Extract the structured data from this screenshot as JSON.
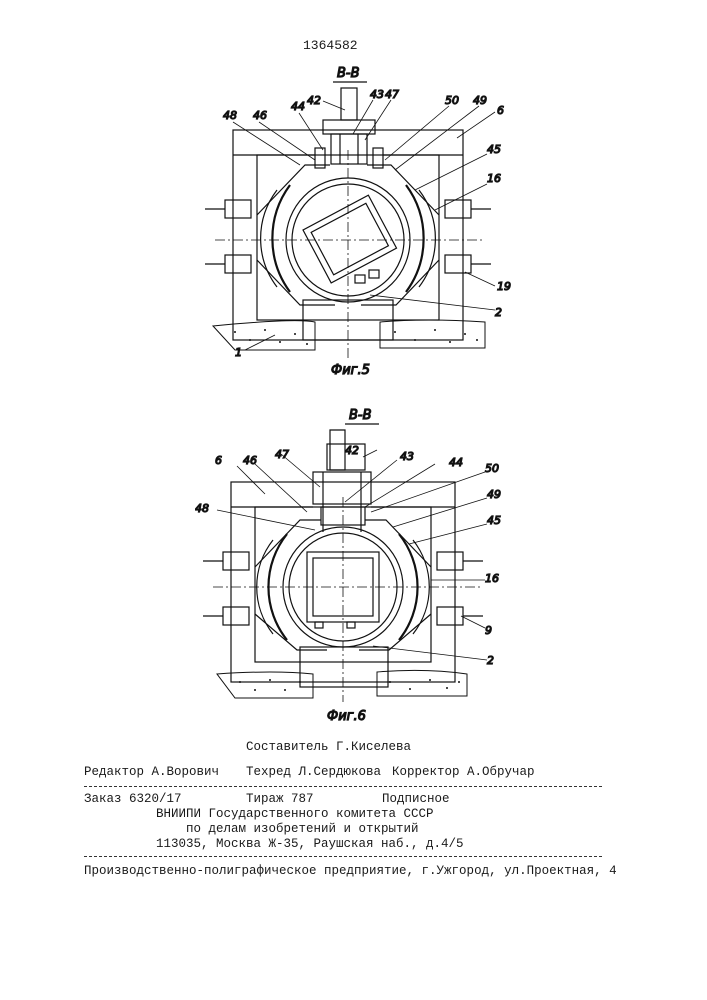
{
  "patent_number": "1364582",
  "fig5": {
    "section_label": "В-В",
    "caption": "Фиг.5",
    "callouts": [
      "42",
      "43",
      "47",
      "44",
      "46",
      "48",
      "50",
      "49",
      "6",
      "45",
      "16",
      "19",
      "2",
      "1"
    ]
  },
  "fig6": {
    "section_label": "В-В",
    "caption": "Фиг.6",
    "callouts": [
      "42",
      "43",
      "44",
      "47",
      "46",
      "6",
      "50",
      "49",
      "48",
      "45",
      "16",
      "9",
      "2"
    ]
  },
  "footer": {
    "compiler": "Составитель Г.Киселева",
    "editor": "Редактор А.Ворович",
    "techred": "Техред Л.Сердюкова",
    "corrector": "Корректор А.Обручар",
    "order": "Заказ 6320/17",
    "print_run": "Тираж 787",
    "subscription": "Подписное",
    "org_line1": "ВНИИПИ Государственного комитета СССР",
    "org_line2": "по делам изобретений и открытий",
    "address": "113035, Москва Ж-35, Раушская наб., д.4/5",
    "printer": "Производственно-полиграфическое предприятие, г.Ужгород, ул.Проектная, 4"
  }
}
